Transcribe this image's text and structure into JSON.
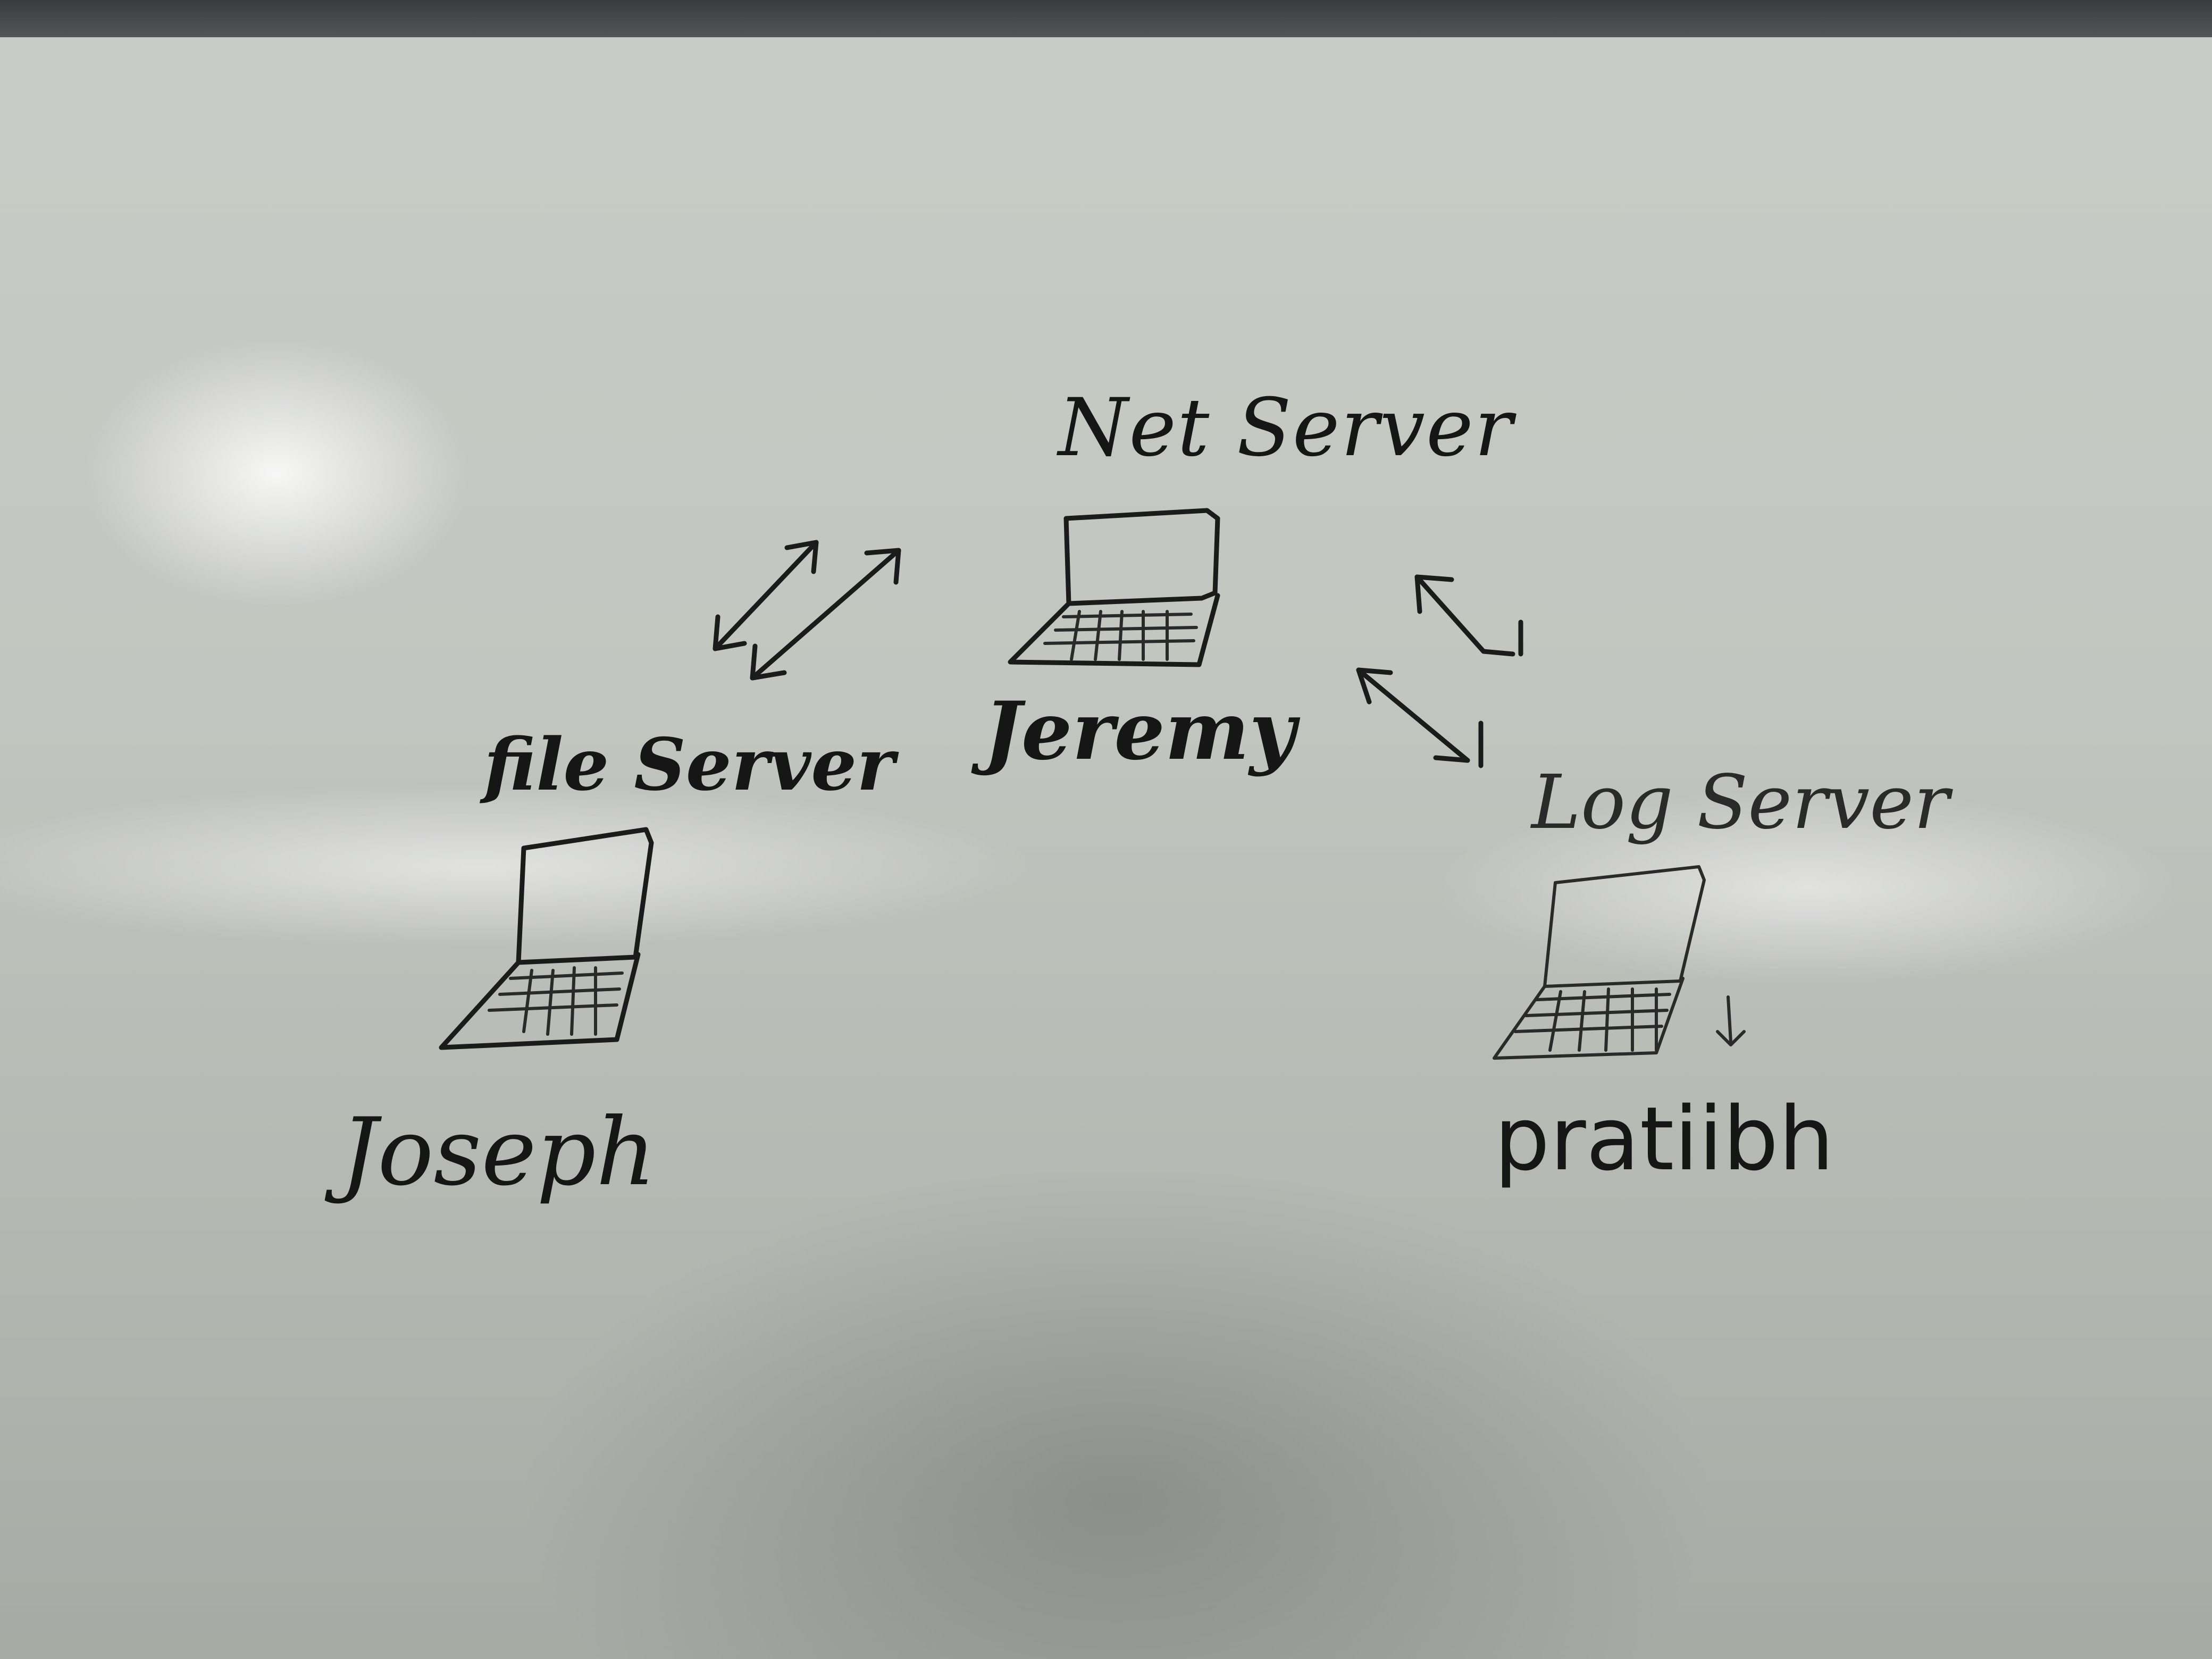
{
  "diagram": {
    "nodes": {
      "net_server": {
        "title": "Net Server",
        "owner": "Jeremy"
      },
      "file_server": {
        "title": "file Server",
        "owner": "Joseph"
      },
      "log_server": {
        "title": "Log Server",
        "owner": "pratiibh"
      }
    },
    "connections": [
      {
        "from": "file_server",
        "to": "net_server",
        "style": "double-headed arrows"
      },
      {
        "from": "net_server",
        "to": "log_server",
        "style": "double-headed arrows"
      }
    ],
    "icons": [
      "laptop-icon"
    ],
    "ink_color": "#1b1b1b",
    "board_color": "#c3c5c0"
  }
}
